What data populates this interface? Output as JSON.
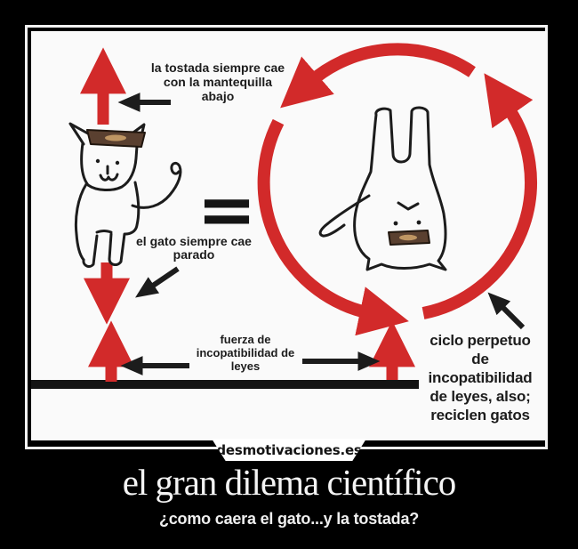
{
  "poster": {
    "watermark": "desmotivaciones.es",
    "title": "el gran dilema científico",
    "subtitle": "¿como caera el gato...y la tostada?"
  },
  "comic": {
    "label_toast": {
      "line1": "la tostada siempre cae",
      "line2": "con la mantequilla",
      "line3": "abajo"
    },
    "label_cat": {
      "line1": "el gato siempre cae",
      "line2": "parado"
    },
    "label_force": {
      "line1": "fuerza de",
      "line2": "incopatibilidad de",
      "line3": "leyes"
    },
    "label_cycle": {
      "line1": "ciclo perpetuo",
      "line2": "de",
      "line3": "incopatibilidad",
      "line4": "de leyes, also;",
      "line5": "reciclen gatos"
    },
    "equals_symbol": "="
  },
  "colors": {
    "arrow_red": "#d22a2a",
    "ink_black": "#1c1c1c",
    "toast_brown": "#5a4030",
    "butter_tan": "#c59b66",
    "panel_white": "#fafafa",
    "page_black": "#000000"
  }
}
